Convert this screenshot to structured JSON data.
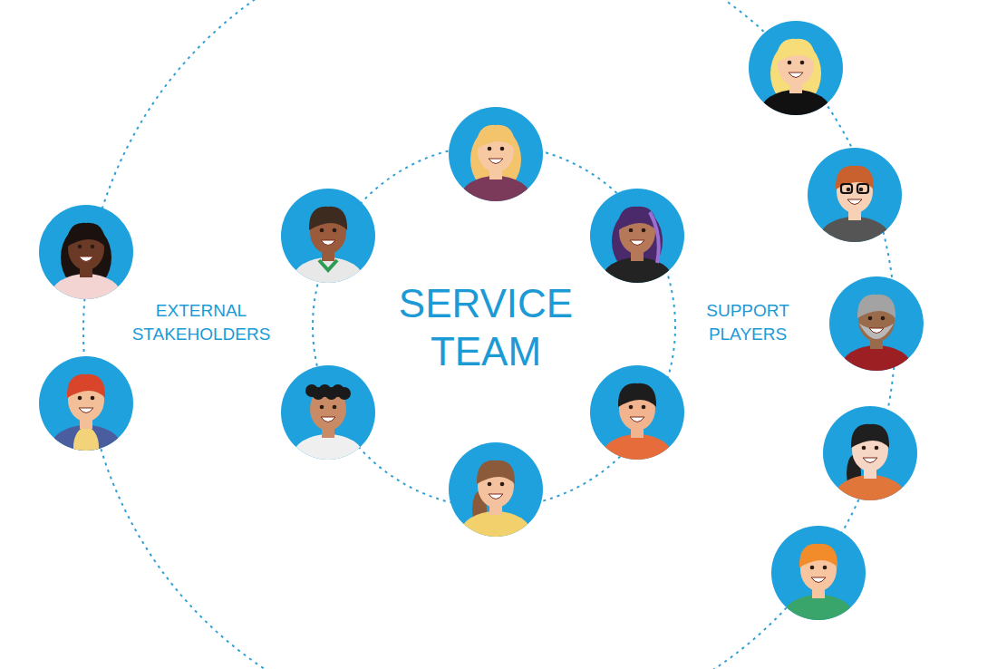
{
  "diagram": {
    "labels": [
      "EXTERNAL STAKEHOLDERS",
      "SERVICE TEAM",
      "SUPPORT PLAYERS"
    ]
  }
}
